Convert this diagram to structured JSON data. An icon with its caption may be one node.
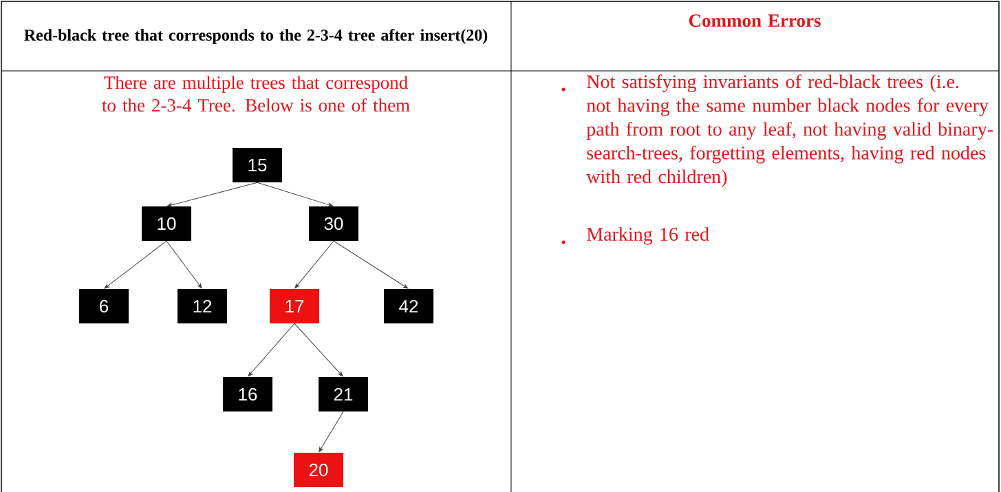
{
  "diagram": {
    "nodes": [
      {
        "text": [
          "15"
        ]
      },
      {
        "text": [
          "10"
        ]
      },
      {
        "text": [
          "30"
        ]
      },
      {
        "text": [
          "6"
        ]
      },
      {
        "text": [
          "12"
        ]
      },
      {
        "text": [
          "17"
        ]
      },
      {
        "text": [
          "42"
        ]
      },
      {
        "text": [
          "16"
        ]
      },
      {
        "text": [
          "21"
        ]
      },
      {
        "text": [
          "20"
        ]
      }
    ],
    "edges": [
      {
        "from": 0,
        "to": 1,
        "arrow": "to"
      },
      {
        "from": 0,
        "to": 2,
        "arrow": "to"
      },
      {
        "from": 1,
        "to": 3,
        "arrow": "to"
      },
      {
        "from": 1,
        "to": 4,
        "arrow": "to"
      },
      {
        "from": 2,
        "to": 5,
        "arrow": "to"
      },
      {
        "from": 2,
        "to": 6,
        "arrow": "to"
      },
      {
        "from": 5,
        "to": 7,
        "arrow": "to"
      },
      {
        "from": 5,
        "to": 8,
        "arrow": "to"
      },
      {
        "from": 8,
        "to": 9,
        "arrow": "to"
      }
    ],
    "labels": [
      "Red-black tree that corresponds to the 2-3-4 tree after insert(20)",
      "Common Errors",
      "There are multiple trees that correspond to the 2-3-4 Tree. Below is one of them",
      "Not satisfying invariants of red-black trees (i.e. not having the same number black nodes for every path from root to any leaf, not having valid binary-search-trees, forgetting elements, having red nodes with red children)",
      "Marking 16 red"
    ]
  }
}
